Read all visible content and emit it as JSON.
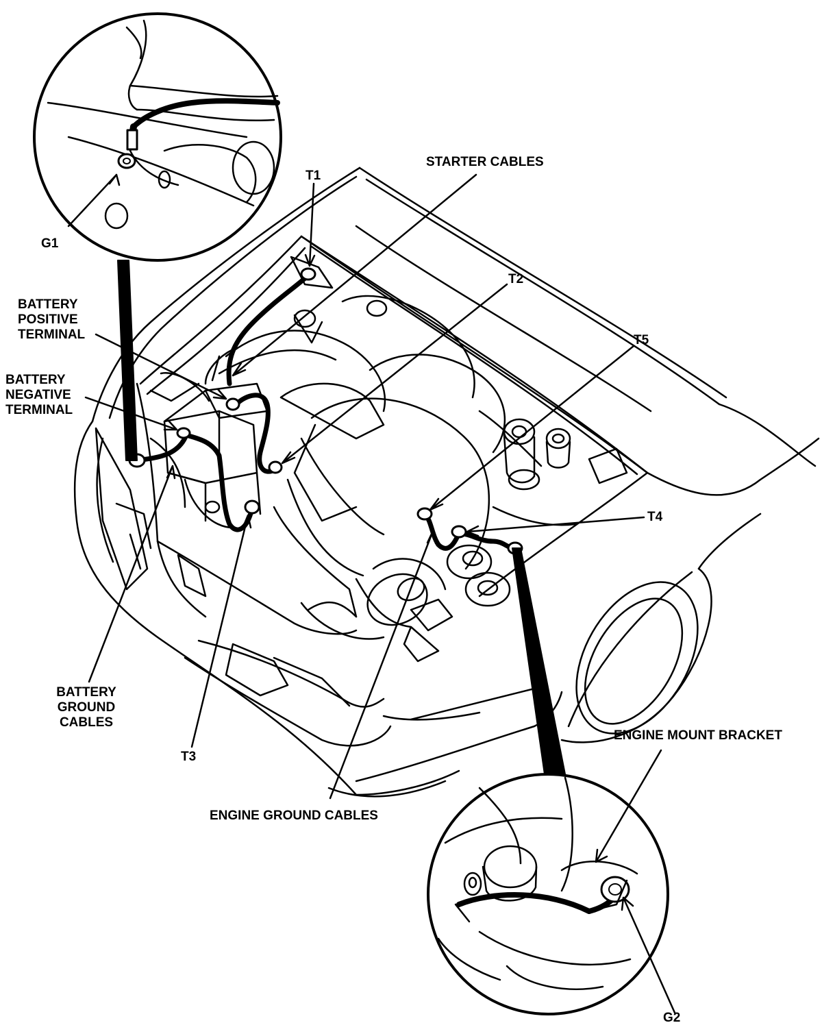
{
  "labels": {
    "g1": "G1",
    "g2": "G2",
    "t1": "T1",
    "t2": "T2",
    "t3": "T3",
    "t4": "T4",
    "t5": "T5",
    "starter_cables": "STARTER CABLES",
    "battery_positive_terminal": [
      "BATTERY",
      "POSITIVE",
      "TERMINAL"
    ],
    "battery_negative_terminal": [
      "BATTERY",
      "NEGATIVE",
      "TERMINAL"
    ],
    "battery_ground_cables": [
      "BATTERY",
      "GROUND",
      "CABLES"
    ],
    "engine_ground_cables": "ENGINE GROUND CABLES",
    "engine_mount_bracket": "ENGINE MOUNT BRACKET"
  },
  "colors": {
    "ink": "#000000",
    "paper": "#ffffff"
  }
}
